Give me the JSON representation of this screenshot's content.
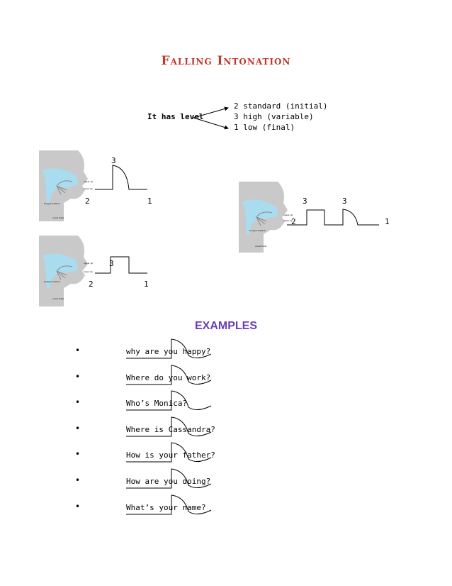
{
  "title": "Falling Intonation",
  "levels": {
    "label": "It has level",
    "items": [
      "2 standard (initial)",
      "3 high (variable)",
      "1 low   (final)"
    ]
  },
  "diagrams": [
    {
      "labels": {
        "high": "3",
        "start": "2",
        "end": "1"
      }
    },
    {
      "labels": {
        "high": "3",
        "start": "2",
        "end": "1"
      }
    },
    {
      "labels": {
        "high_a": "3",
        "high_b": "3",
        "start": "2",
        "end": "1"
      }
    }
  ],
  "anatomy_labels": {
    "upper_lip": "upper lip",
    "lower_lip": "lower lip",
    "tongue_surface": "tongue surface",
    "vocal_folds": "vocal folds"
  },
  "examples": {
    "heading": "EXAMPLES",
    "items": [
      "why are you happy?",
      "Where do you work?",
      "Who’s Monica?",
      "Where is Cassandra?",
      "How is your father?",
      "How are you doing?",
      "What’s your name?"
    ]
  },
  "colors": {
    "title": "#c0392b",
    "examples_heading": "#6a3fb3",
    "tongue": "#a9dcef",
    "head": "#c9c9c9"
  }
}
